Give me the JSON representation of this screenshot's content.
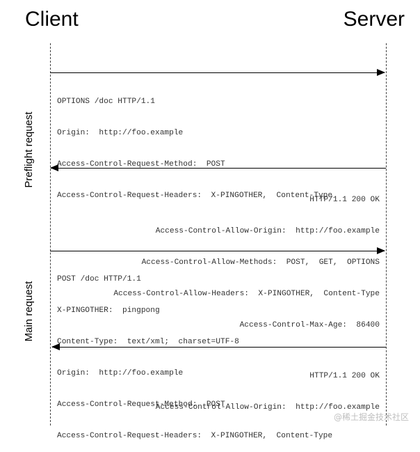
{
  "header": {
    "client_label": "Client",
    "server_label": "Server"
  },
  "sections": {
    "preflight_label": "Preflight request",
    "main_label": "Main request"
  },
  "preflight_request": {
    "lines": [
      "OPTIONS /doc HTTP/1.1",
      "Origin:  http://foo.example",
      "Access-Control-Request-Method:  POST",
      "Access-Control-Request-Headers:  X-PINGOTHER,  Content-Type"
    ]
  },
  "preflight_response": {
    "lines": [
      "HTTP/1.1 200 OK",
      "Access-Control-Allow-Origin:  http://foo.example",
      "Access-Control-Allow-Methods:  POST,  GET,  OPTIONS",
      "Access-Control-Allow-Headers:  X-PINGOTHER,  Content-Type",
      "Access-Control-Max-Age:  86400"
    ]
  },
  "main_request": {
    "lines": [
      "POST /doc HTTP/1.1",
      "X-PINGOTHER:  pingpong",
      "Content-Type:  text/xml;  charset=UTF-8",
      "Origin:  http://foo.example",
      "Access-Control-Request-Method:  POST",
      "Access-Control-Request-Headers:  X-PINGOTHER,  Content-Type"
    ]
  },
  "main_response": {
    "lines": [
      "HTTP/1.1 200 OK",
      "Access-Control-Allow-Origin:  http://foo.example"
    ]
  },
  "watermark": "@稀土掘金技术社区"
}
